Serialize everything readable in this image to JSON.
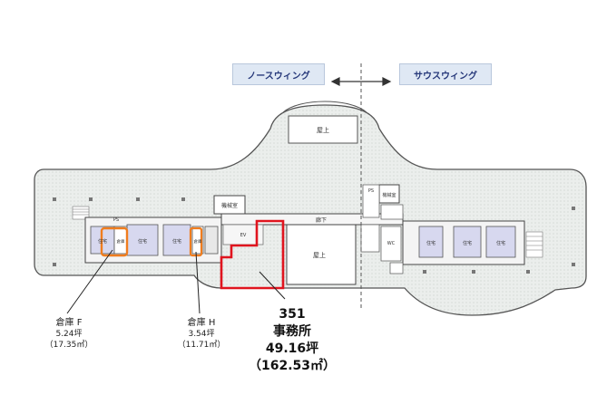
{
  "wings": {
    "north": "ノースウィング",
    "south": "サウスウィング"
  },
  "room_labels": {
    "rooftop": "屋上",
    "machine_room": "機械室",
    "corridor": "廊下",
    "residence": "住宅",
    "storage": "倉庫",
    "ps": "PS",
    "elevator": "EV",
    "wc": "WC"
  },
  "callouts": {
    "storage_f": {
      "name": "倉庫 F",
      "tsubo": "5.24坪",
      "sqm": "（17.35㎡）"
    },
    "storage_h": {
      "name": "倉庫 H",
      "tsubo": "3.54坪",
      "sqm": "（11.71㎡）"
    },
    "office_351": {
      "number": "351",
      "name": "事務所",
      "tsubo": "49.16坪",
      "sqm": "（162.53㎡）"
    }
  },
  "colors": {
    "highlight_office": "#e0141e",
    "highlight_storage": "#f07d1e",
    "wing_label_bg": "#dfe8f4",
    "floor_fill": "#e9ecea",
    "room_fill": "#d7d8ef"
  }
}
